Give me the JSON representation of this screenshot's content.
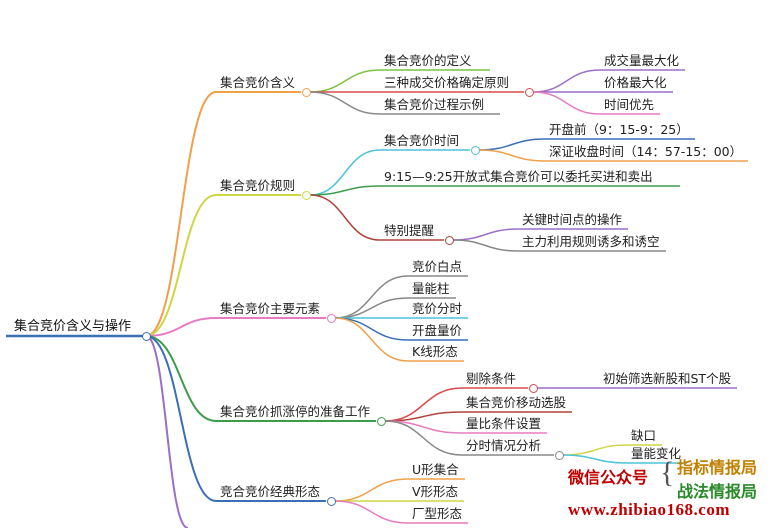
{
  "mindmap": {
    "root": "集合竞价含义与操作",
    "branches": [
      {
        "label": "集合竞价含义",
        "color": "#f0a04b",
        "children": [
          {
            "label": "集合竞价的定义",
            "color": "#7cc242"
          },
          {
            "label": "三种成交价格确定原则",
            "color": "#d94a4a",
            "children": [
              {
                "label": "成交量最大化",
                "color": "#9b6fc7"
              },
              {
                "label": "价格最大化",
                "color": "#9b6fc7"
              },
              {
                "label": "时间优先",
                "color": "#e77bc0"
              }
            ]
          },
          {
            "label": "集合竞价过程示例",
            "color": "#888888"
          }
        ]
      },
      {
        "label": "集合竞价规则",
        "color": "#cfd645",
        "children": [
          {
            "label": "集合竞价时间",
            "color": "#4cc3d9",
            "children": [
              {
                "label": "开盘前（9：15-9：25）",
                "color": "#3a6fb5"
              },
              {
                "label": "深证收盘时间（14：57-15：00）",
                "color": "#f0a04b"
              }
            ]
          },
          {
            "label": "9:15—9:25开放式集合竞价可以委托买进和卖出",
            "color": "#3d9c4c"
          },
          {
            "label": "特别提醒",
            "color": "#b0443c",
            "children": [
              {
                "label": "关键时间点的操作",
                "color": "#9b6fc7"
              },
              {
                "label": "主力利用规则诱多和诱空",
                "color": "#888888"
              }
            ]
          }
        ]
      },
      {
        "label": "集合竞价主要元素",
        "color": "#e77bc0",
        "children": [
          {
            "label": "竞价白点",
            "color": "#888888"
          },
          {
            "label": "量能柱",
            "color": "#888888"
          },
          {
            "label": "竞价分时",
            "color": "#4cc3d9"
          },
          {
            "label": "开盘量价",
            "color": "#3a6fb5"
          },
          {
            "label": "K线形态",
            "color": "#f0a04b"
          }
        ]
      },
      {
        "label": "集合竞价抓涨停的准备工作",
        "color": "#3d9c4c",
        "children": [
          {
            "label": "剔除条件",
            "color": "#d94a4a",
            "children": [
              {
                "label": "初始筛选新股和ST个股",
                "color": "#9b6fc7"
              }
            ]
          },
          {
            "label": "集合竞价移动选股",
            "color": "#b0443c"
          },
          {
            "label": "量比条件设置",
            "color": "#e77bc0"
          },
          {
            "label": "分时情况分析",
            "color": "#888888",
            "children": [
              {
                "label": "缺口",
                "color": "#cfd645"
              },
              {
                "label": "量能变化",
                "color": "#4cc3d9"
              }
            ]
          }
        ]
      },
      {
        "label": "竞合竞价经典形态",
        "color": "#3a6fb5",
        "children": [
          {
            "label": "U形集合",
            "color": "#f0a04b"
          },
          {
            "label": "V形形态",
            "color": "#cfd645"
          },
          {
            "label": "厂型形态",
            "color": "#e77bc0"
          }
        ]
      },
      {
        "label": "",
        "color": "#9b6fc7"
      }
    ]
  },
  "watermark": {
    "left": "微信公众号",
    "brace": "{",
    "right_top": "指标情报局",
    "right_bottom": "战法情报局",
    "url": "www.zhibiao168.com"
  },
  "colors": {
    "root_underline": "#3a6fb5"
  }
}
